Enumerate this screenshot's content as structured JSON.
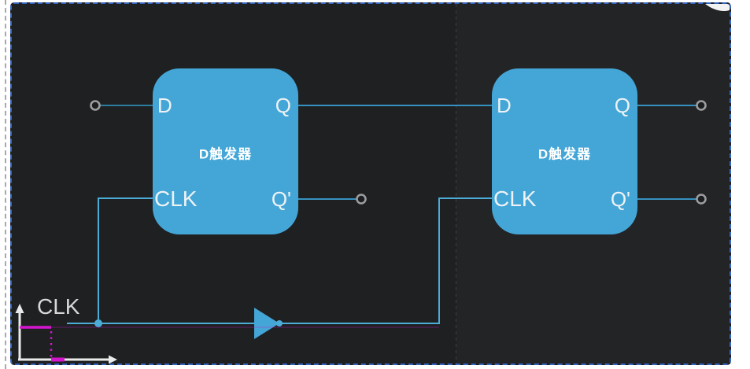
{
  "canvas": {
    "flipflops": [
      {
        "title": "D触发器",
        "pin_d": "D",
        "pin_q": "Q",
        "pin_clk": "CLK",
        "pin_qn": "Q'"
      },
      {
        "title": "D触发器",
        "pin_d": "D",
        "pin_q": "Q",
        "pin_clk": "CLK",
        "pin_qn": "Q'"
      }
    ],
    "clock_label": "CLK"
  },
  "colors": {
    "canvas_bg": "#1f2022",
    "selection_border": "#3565c0",
    "component_fill": "#43a6d7",
    "wire_clock": "#4cacd8",
    "wire_signal": "#3592c0",
    "wire_input": "#2c7e9e",
    "terminal_ring": "#9c9ea0",
    "waveform": "#d316ce",
    "axis": "#eaeaea"
  }
}
